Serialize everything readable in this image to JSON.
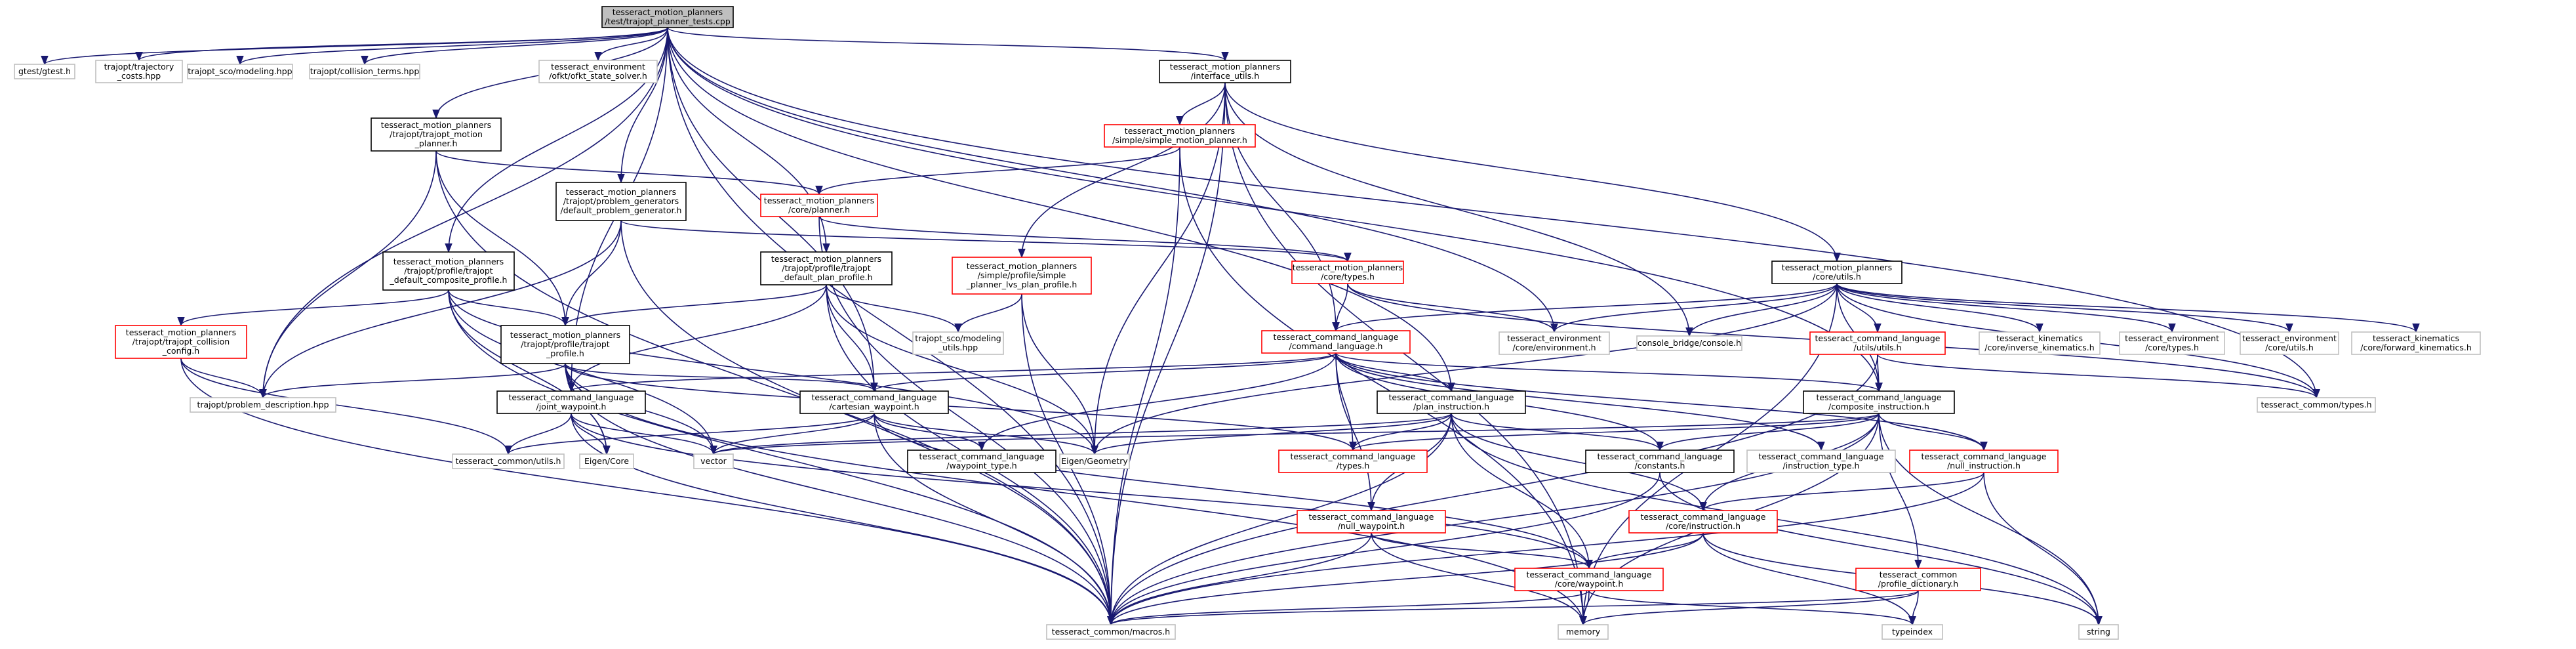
{
  "nodes": [
    {
      "id": "root",
      "lines": [
        "tesseract_motion_planners",
        "/test/trajopt_planner_tests.cpp"
      ],
      "border": "root"
    },
    {
      "id": "gtest",
      "lines": [
        "gtest/gtest.h"
      ],
      "border": "gray"
    },
    {
      "id": "traj_costs",
      "lines": [
        "trajopt/trajectory",
        "_costs.hpp"
      ],
      "border": "gray"
    },
    {
      "id": "sco_modeling",
      "lines": [
        "trajopt_sco/modeling.hpp"
      ],
      "border": "gray"
    },
    {
      "id": "coll_terms",
      "lines": [
        "trajopt/collision_terms.hpp"
      ],
      "border": "gray"
    },
    {
      "id": "env_ofkt",
      "lines": [
        "tesseract_environment",
        "/ofkt/ofkt_state_solver.h"
      ],
      "border": "gray"
    },
    {
      "id": "interface_utils",
      "lines": [
        "tesseract_motion_planners",
        "/interface_utils.h"
      ],
      "border": "black"
    },
    {
      "id": "trajopt_planner",
      "lines": [
        "tesseract_motion_planners",
        "/trajopt/trajopt_motion",
        "_planner.h"
      ],
      "border": "black"
    },
    {
      "id": "simple_planner",
      "lines": [
        "tesseract_motion_planners",
        "/simple/simple_motion_planner.h"
      ],
      "border": "red"
    },
    {
      "id": "core_planner",
      "lines": [
        "tesseract_motion_planners",
        "/core/planner.h"
      ],
      "border": "red"
    },
    {
      "id": "default_problem_gen",
      "lines": [
        "tesseract_motion_planners",
        "/trajopt/problem_generators",
        "/default_problem_generator.h"
      ],
      "border": "black"
    },
    {
      "id": "default_composite",
      "lines": [
        "tesseract_motion_planners",
        "/trajopt/profile/trajopt",
        "_default_composite_profile.h"
      ],
      "border": "black"
    },
    {
      "id": "default_plan",
      "lines": [
        "tesseract_motion_planners",
        "/trajopt/profile/trajopt",
        "_default_plan_profile.h"
      ],
      "border": "black"
    },
    {
      "id": "simple_lvs",
      "lines": [
        "tesseract_motion_planners",
        "/simple/profile/simple",
        "_planner_lvs_plan_profile.h"
      ],
      "border": "red"
    },
    {
      "id": "core_types",
      "lines": [
        "tesseract_motion_planners",
        "/core/types.h"
      ],
      "border": "red"
    },
    {
      "id": "core_utils",
      "lines": [
        "tesseract_motion_planners",
        "/core/utils.h"
      ],
      "border": "black"
    },
    {
      "id": "trajopt_collision_config",
      "lines": [
        "tesseract_motion_planners",
        "/trajopt/trajopt_collision",
        "_config.h"
      ],
      "border": "red"
    },
    {
      "id": "trajopt_profile",
      "lines": [
        "tesseract_motion_planners",
        "/trajopt/profile/trajopt",
        "_profile.h"
      ],
      "border": "black"
    },
    {
      "id": "sco_modeling_utils",
      "lines": [
        "trajopt_sco/modeling",
        "_utils.hpp"
      ],
      "border": "gray"
    },
    {
      "id": "command_language",
      "lines": [
        "tesseract_command_language",
        "/command_language.h"
      ],
      "border": "red"
    },
    {
      "id": "env_core_environment",
      "lines": [
        "tesseract_environment",
        "/core/environment.h"
      ],
      "border": "gray"
    },
    {
      "id": "console_bridge",
      "lines": [
        "console_bridge/console.h"
      ],
      "border": "gray"
    },
    {
      "id": "cl_utils",
      "lines": [
        "tesseract_command_language",
        "/utils/utils.h"
      ],
      "border": "red"
    },
    {
      "id": "kin_inverse",
      "lines": [
        "tesseract_kinematics",
        "/core/inverse_kinematics.h"
      ],
      "border": "gray"
    },
    {
      "id": "env_core_types",
      "lines": [
        "tesseract_environment",
        "/core/types.h"
      ],
      "border": "gray"
    },
    {
      "id": "env_core_utils",
      "lines": [
        "tesseract_environment",
        "/core/utils.h"
      ],
      "border": "gray"
    },
    {
      "id": "kin_forward",
      "lines": [
        "tesseract_kinematics",
        "/core/forward_kinematics.h"
      ],
      "border": "gray"
    },
    {
      "id": "problem_desc",
      "lines": [
        "trajopt/problem_description.hpp"
      ],
      "border": "gray"
    },
    {
      "id": "joint_waypoint",
      "lines": [
        "tesseract_command_language",
        "/joint_waypoint.h"
      ],
      "border": "black"
    },
    {
      "id": "cartesian_waypoint",
      "lines": [
        "tesseract_command_language",
        "/cartesian_waypoint.h"
      ],
      "border": "black"
    },
    {
      "id": "plan_instruction",
      "lines": [
        "tesseract_command_language",
        "/plan_instruction.h"
      ],
      "border": "black"
    },
    {
      "id": "composite_instruction",
      "lines": [
        "tesseract_command_language",
        "/composite_instruction.h"
      ],
      "border": "black"
    },
    {
      "id": "common_types",
      "lines": [
        "tesseract_common/types.h"
      ],
      "border": "gray"
    },
    {
      "id": "common_utils",
      "lines": [
        "tesseract_common/utils.h"
      ],
      "border": "gray"
    },
    {
      "id": "eigen_core",
      "lines": [
        "Eigen/Core"
      ],
      "border": "gray"
    },
    {
      "id": "vector",
      "lines": [
        "vector"
      ],
      "border": "gray"
    },
    {
      "id": "waypoint_type",
      "lines": [
        "tesseract_command_language",
        "/waypoint_type.h"
      ],
      "border": "black"
    },
    {
      "id": "eigen_geometry",
      "lines": [
        "Eigen/Geometry"
      ],
      "border": "gray"
    },
    {
      "id": "cl_types",
      "lines": [
        "tesseract_command_language",
        "/types.h"
      ],
      "border": "red"
    },
    {
      "id": "constants",
      "lines": [
        "tesseract_command_language",
        "/constants.h"
      ],
      "border": "black"
    },
    {
      "id": "instruction_type",
      "lines": [
        "tesseract_command_language",
        "/instruction_type.h"
      ],
      "border": "gray"
    },
    {
      "id": "null_instruction",
      "lines": [
        "tesseract_command_language",
        "/null_instruction.h"
      ],
      "border": "red"
    },
    {
      "id": "null_waypoint",
      "lines": [
        "tesseract_command_language",
        "/null_waypoint.h"
      ],
      "border": "red"
    },
    {
      "id": "core_instruction",
      "lines": [
        "tesseract_command_language",
        "/core/instruction.h"
      ],
      "border": "red"
    },
    {
      "id": "core_waypoint",
      "lines": [
        "tesseract_command_language",
        "/core/waypoint.h"
      ],
      "border": "red"
    },
    {
      "id": "profile_dictionary",
      "lines": [
        "tesseract_common",
        "/profile_dictionary.h"
      ],
      "border": "red"
    },
    {
      "id": "macros",
      "lines": [
        "tesseract_common/macros.h"
      ],
      "border": "gray"
    },
    {
      "id": "memory",
      "lines": [
        "memory"
      ],
      "border": "gray"
    },
    {
      "id": "typeindex",
      "lines": [
        "typeindex"
      ],
      "border": "gray"
    },
    {
      "id": "string",
      "lines": [
        "string"
      ],
      "border": "gray"
    }
  ],
  "edges": [
    [
      "root",
      "gtest"
    ],
    [
      "root",
      "traj_costs"
    ],
    [
      "root",
      "sco_modeling"
    ],
    [
      "root",
      "coll_terms"
    ],
    [
      "root",
      "env_ofkt"
    ],
    [
      "root",
      "interface_utils"
    ],
    [
      "root",
      "trajopt_planner"
    ],
    [
      "root",
      "default_problem_gen"
    ],
    [
      "root",
      "default_composite"
    ],
    [
      "root",
      "default_plan"
    ],
    [
      "root",
      "problem_desc"
    ],
    [
      "root",
      "joint_waypoint"
    ],
    [
      "root",
      "cartesian_waypoint"
    ],
    [
      "root",
      "plan_instruction"
    ],
    [
      "root",
      "composite_instruction"
    ],
    [
      "root",
      "env_core_environment"
    ],
    [
      "root",
      "common_types"
    ],
    [
      "root",
      "macros"
    ],
    [
      "interface_utils",
      "simple_planner"
    ],
    [
      "interface_utils",
      "simple_lvs"
    ],
    [
      "interface_utils",
      "core_utils"
    ],
    [
      "interface_utils",
      "eigen_geometry"
    ],
    [
      "interface_utils",
      "console_bridge"
    ],
    [
      "interface_utils",
      "command_language"
    ],
    [
      "interface_utils",
      "macros"
    ],
    [
      "interface_utils",
      "memory"
    ],
    [
      "trajopt_planner",
      "core_planner"
    ],
    [
      "trajopt_planner",
      "trajopt_profile"
    ],
    [
      "trajopt_planner",
      "problem_desc"
    ],
    [
      "trajopt_planner",
      "macros"
    ],
    [
      "simple_planner",
      "core_planner"
    ],
    [
      "simple_planner",
      "macros"
    ],
    [
      "simple_planner",
      "memory"
    ],
    [
      "core_planner",
      "core_types"
    ],
    [
      "core_planner",
      "macros"
    ],
    [
      "default_problem_gen",
      "core_types"
    ],
    [
      "default_problem_gen",
      "trajopt_profile"
    ],
    [
      "default_problem_gen",
      "problem_desc"
    ],
    [
      "default_problem_gen",
      "macros"
    ],
    [
      "default_composite",
      "trajopt_collision_config"
    ],
    [
      "default_composite",
      "trajopt_profile"
    ],
    [
      "default_composite",
      "eigen_geometry"
    ],
    [
      "default_composite",
      "vector"
    ],
    [
      "default_composite",
      "eigen_core"
    ],
    [
      "default_composite",
      "macros"
    ],
    [
      "default_plan",
      "trajopt_profile"
    ],
    [
      "default_plan",
      "cartesian_waypoint"
    ],
    [
      "default_plan",
      "joint_waypoint"
    ],
    [
      "default_plan",
      "sco_modeling_utils"
    ],
    [
      "default_plan",
      "eigen_geometry"
    ],
    [
      "default_plan",
      "macros"
    ],
    [
      "simple_lvs",
      "sco_modeling_utils"
    ],
    [
      "simple_lvs",
      "eigen_geometry"
    ],
    [
      "simple_lvs",
      "macros"
    ],
    [
      "core_types",
      "env_core_environment"
    ],
    [
      "core_types",
      "command_language"
    ],
    [
      "core_types",
      "common_types"
    ],
    [
      "core_utils",
      "env_core_environment"
    ],
    [
      "core_utils",
      "console_bridge"
    ],
    [
      "core_utils",
      "cl_utils"
    ],
    [
      "core_utils",
      "kin_inverse"
    ],
    [
      "core_utils",
      "env_core_types"
    ],
    [
      "core_utils",
      "env_core_utils"
    ],
    [
      "core_utils",
      "kin_forward"
    ],
    [
      "core_utils",
      "command_language"
    ],
    [
      "core_utils",
      "eigen_geometry"
    ],
    [
      "core_utils",
      "composite_instruction"
    ],
    [
      "core_utils",
      "common_types"
    ],
    [
      "core_utils",
      "memory"
    ],
    [
      "trajopt_collision_config",
      "problem_desc"
    ],
    [
      "trajopt_collision_config",
      "common_utils"
    ],
    [
      "trajopt_collision_config",
      "macros"
    ],
    [
      "trajopt_profile",
      "joint_waypoint"
    ],
    [
      "trajopt_profile",
      "cartesian_waypoint"
    ],
    [
      "trajopt_profile",
      "problem_desc"
    ],
    [
      "trajopt_profile",
      "vector"
    ],
    [
      "trajopt_profile",
      "eigen_core"
    ],
    [
      "trajopt_profile",
      "cl_types"
    ],
    [
      "trajopt_profile",
      "macros"
    ],
    [
      "trajopt_profile",
      "memory"
    ],
    [
      "command_language",
      "joint_waypoint"
    ],
    [
      "command_language",
      "cartesian_waypoint"
    ],
    [
      "command_language",
      "plan_instruction"
    ],
    [
      "command_language",
      "composite_instruction"
    ],
    [
      "command_language",
      "cl_types"
    ],
    [
      "command_language",
      "constants"
    ],
    [
      "command_language",
      "instruction_type"
    ],
    [
      "command_language",
      "null_instruction"
    ],
    [
      "command_language",
      "null_waypoint"
    ],
    [
      "command_language",
      "waypoint_type"
    ],
    [
      "cl_utils",
      "composite_instruction"
    ],
    [
      "cl_utils",
      "common_types"
    ],
    [
      "cl_utils",
      "macros"
    ],
    [
      "joint_waypoint",
      "common_utils"
    ],
    [
      "joint_waypoint",
      "eigen_core"
    ],
    [
      "joint_waypoint",
      "vector"
    ],
    [
      "joint_waypoint",
      "macros"
    ],
    [
      "joint_waypoint",
      "core_waypoint"
    ],
    [
      "cartesian_waypoint",
      "common_utils"
    ],
    [
      "cartesian_waypoint",
      "eigen_geometry"
    ],
    [
      "cartesian_waypoint",
      "waypoint_type"
    ],
    [
      "cartesian_waypoint",
      "macros"
    ],
    [
      "cartesian_waypoint",
      "core_waypoint"
    ],
    [
      "cartesian_waypoint",
      "vector"
    ],
    [
      "plan_instruction",
      "cl_types"
    ],
    [
      "plan_instruction",
      "constants"
    ],
    [
      "plan_instruction",
      "null_waypoint"
    ],
    [
      "plan_instruction",
      "core_instruction"
    ],
    [
      "plan_instruction",
      "core_waypoint"
    ],
    [
      "plan_instruction",
      "eigen_geometry"
    ],
    [
      "plan_instruction",
      "vector"
    ],
    [
      "plan_instruction",
      "macros"
    ],
    [
      "plan_instruction",
      "string"
    ],
    [
      "composite_instruction",
      "constants"
    ],
    [
      "composite_instruction",
      "null_instruction"
    ],
    [
      "composite_instruction",
      "core_instruction"
    ],
    [
      "composite_instruction",
      "profile_dictionary"
    ],
    [
      "composite_instruction",
      "vector"
    ],
    [
      "composite_instruction",
      "cl_types"
    ],
    [
      "composite_instruction",
      "macros"
    ],
    [
      "composite_instruction",
      "string"
    ],
    [
      "composite_instruction",
      "memory"
    ],
    [
      "constants",
      "macros"
    ],
    [
      "constants",
      "string"
    ],
    [
      "null_instruction",
      "core_instruction"
    ],
    [
      "null_instruction",
      "string"
    ],
    [
      "null_instruction",
      "macros"
    ],
    [
      "null_waypoint",
      "core_waypoint"
    ],
    [
      "null_waypoint",
      "macros"
    ],
    [
      "null_waypoint",
      "memory"
    ],
    [
      "core_instruction",
      "core_waypoint"
    ],
    [
      "core_instruction",
      "macros"
    ],
    [
      "core_instruction",
      "typeindex"
    ],
    [
      "core_instruction",
      "string"
    ],
    [
      "core_waypoint",
      "macros"
    ],
    [
      "core_waypoint",
      "memory"
    ],
    [
      "core_waypoint",
      "typeindex"
    ],
    [
      "profile_dictionary",
      "typeindex"
    ],
    [
      "profile_dictionary",
      "macros"
    ],
    [
      "profile_dictionary",
      "memory"
    ]
  ]
}
